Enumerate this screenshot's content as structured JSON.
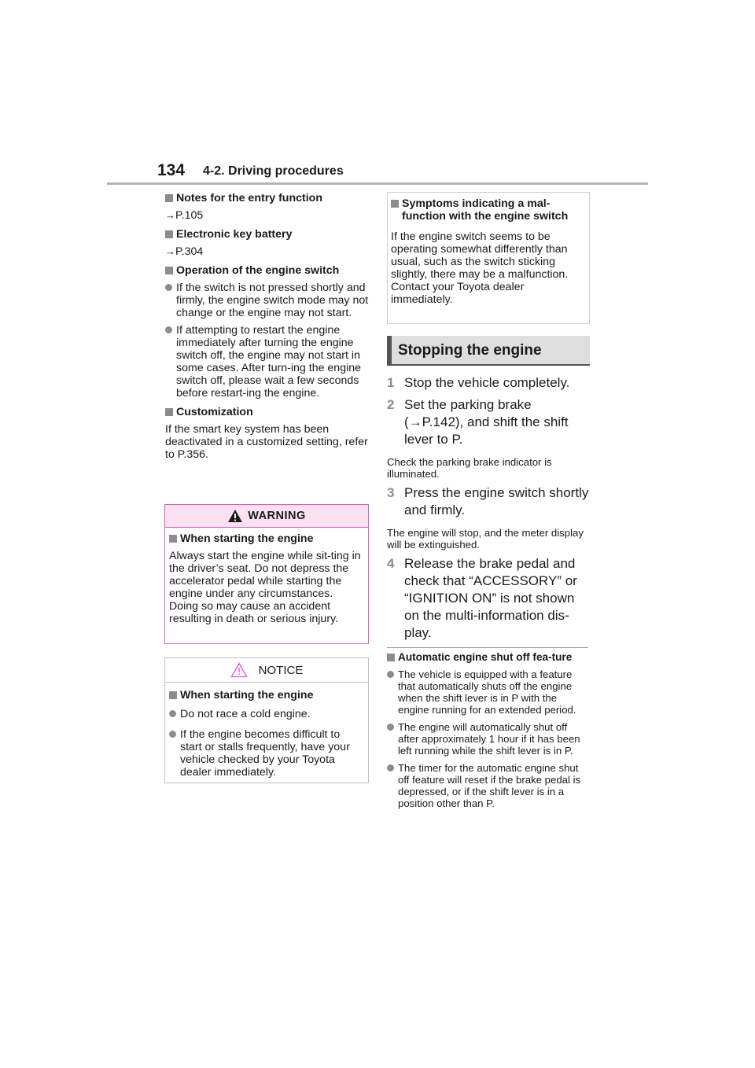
{
  "header": {
    "page_number": "134",
    "section": "4-2. Driving procedures"
  },
  "left": {
    "entry_notes_title": "Notes for the entry function",
    "entry_notes_ref": "P.105",
    "battery_title": "Electronic key battery",
    "battery_ref": "P.304",
    "operation_title": "Operation of the engine switch",
    "operation_bullets": [
      "If the switch is not pressed shortly and firmly, the engine switch mode may not change or the engine may not start.",
      "If attempting to restart the engine immediately after turning the engine switch off, the engine may not start in some cases. After turn-ing the engine switch off, please wait a few seconds before restart-ing the engine."
    ],
    "customization_title": "Customization",
    "customization_text": "If the smart key system has been deactivated in a customized setting, refer to P.356."
  },
  "warning": {
    "label": "WARNING",
    "subtitle": "When starting the engine",
    "text": "Always start the engine while sit-ting in the driver’s seat. Do not depress the accelerator pedal while starting the engine under any circumstances.",
    "text2": "Doing so may cause an accident resulting in death or serious injury."
  },
  "notice": {
    "label": "NOTICE",
    "subtitle": "When starting the engine",
    "bullets": [
      "Do not race a cold engine.",
      "If the engine becomes difficult to start or stalls frequently, have your vehicle checked by your Toyota dealer immediately."
    ]
  },
  "symptoms": {
    "title": "Symptoms indicating a mal-function with the engine switch",
    "text": "If the engine switch seems to be operating somewhat differently than usual, such as the switch sticking slightly, there may be a malfunction. Contact your Toyota dealer immediately."
  },
  "stopping": {
    "heading": "Stopping the engine",
    "steps": [
      {
        "num": "1",
        "text": "Stop the vehicle completely."
      },
      {
        "num": "2",
        "text": "Set the parking brake (→P.142), and shift the shift lever to P."
      },
      {
        "num": "3",
        "text": "Press the engine switch shortly and firmly."
      },
      {
        "num": "4",
        "text": "Release the brake pedal and check that “ACCESSORY” or “IGNITION ON” is not shown on the multi-information dis-play."
      }
    ],
    "note_2": "Check the parking brake indicator is illuminated.",
    "note_3": "The engine will stop, and the meter display will be extinguished."
  },
  "auto_shutoff": {
    "title": "Automatic engine shut off fea-ture",
    "bullets": [
      "The vehicle is equipped with a feature that automatically shuts off the engine when the shift lever is in P with the engine running for an extended period.",
      "The engine will automatically shut off after approximately 1 hour if it has been left running while the shift lever is in P.",
      "The timer for the automatic engine shut off feature will reset if the brake pedal is depressed, or if the shift lever is in a position other than P."
    ]
  },
  "colors": {
    "warning_border": "#e25ab6",
    "warning_fill": "#fbe1f1",
    "bullet_gray": "#8c8c8c"
  }
}
